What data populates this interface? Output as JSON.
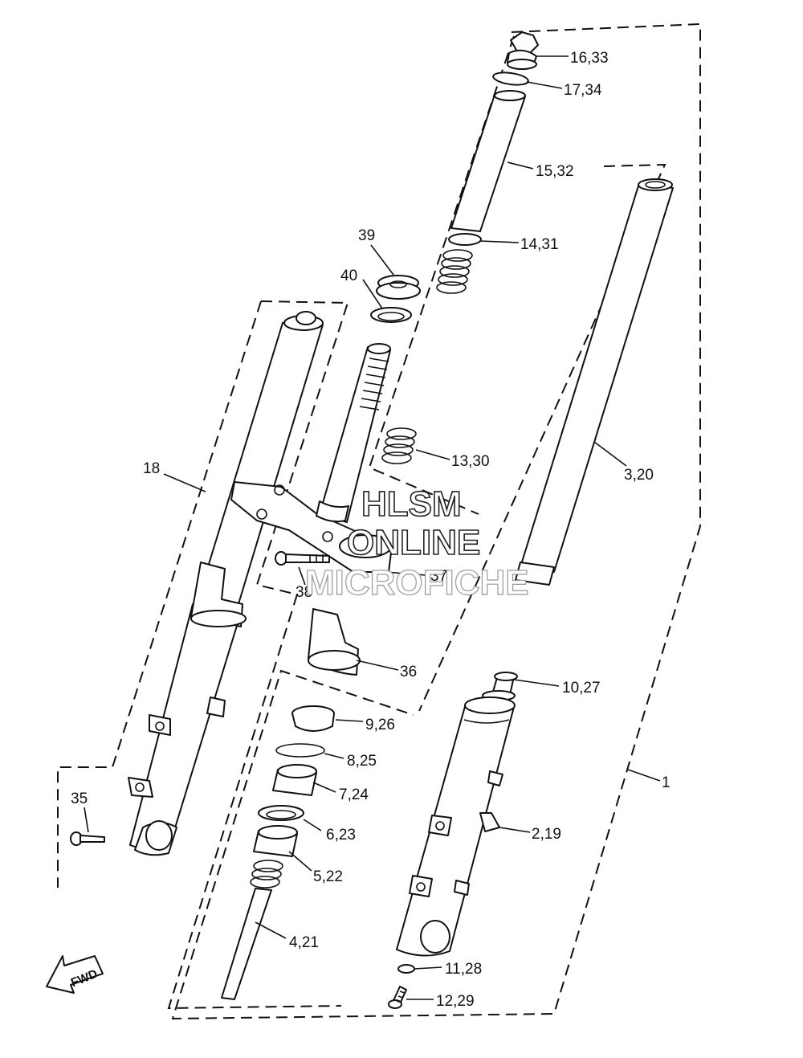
{
  "labels": {
    "l1": "16,33",
    "l2": "17,34",
    "l3": "15,32",
    "l4": "14,31",
    "l5": "39",
    "l6": "40",
    "l7": "13,30",
    "l8": "3,20",
    "l9": "18",
    "l10": "37",
    "l11": "38",
    "l12": "36",
    "l13": "10,27",
    "l14": "9,26",
    "l15": "8,25",
    "l16": "1",
    "l17": "7,24",
    "l18": "35",
    "l19": "6,23",
    "l20": "2,19",
    "l21": "5,22",
    "l22": "4,21",
    "l23": "11,28",
    "l24": "12,29"
  },
  "watermark": {
    "line1": "HLSM",
    "line2": "ONLINE",
    "line3": "MICROFICHE"
  },
  "direction_arrow": {
    "text": "FWD"
  }
}
